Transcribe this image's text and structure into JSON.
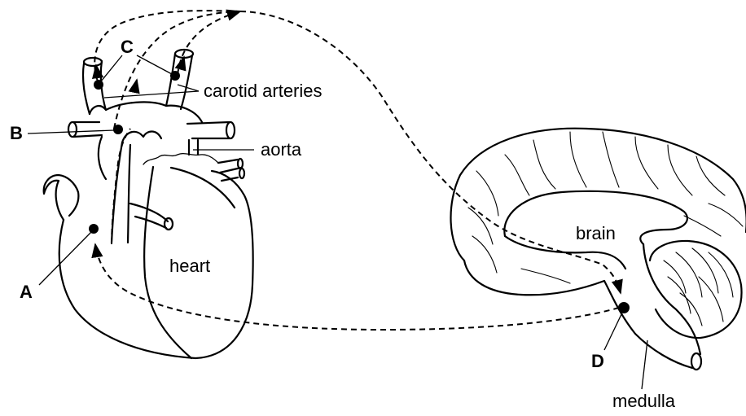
{
  "labels": {
    "A": "A",
    "B": "B",
    "C": "C",
    "D": "D",
    "carotid": "carotid arteries",
    "aorta": "aorta",
    "heart": "heart",
    "brain": "brain",
    "medulla": "medulla"
  }
}
